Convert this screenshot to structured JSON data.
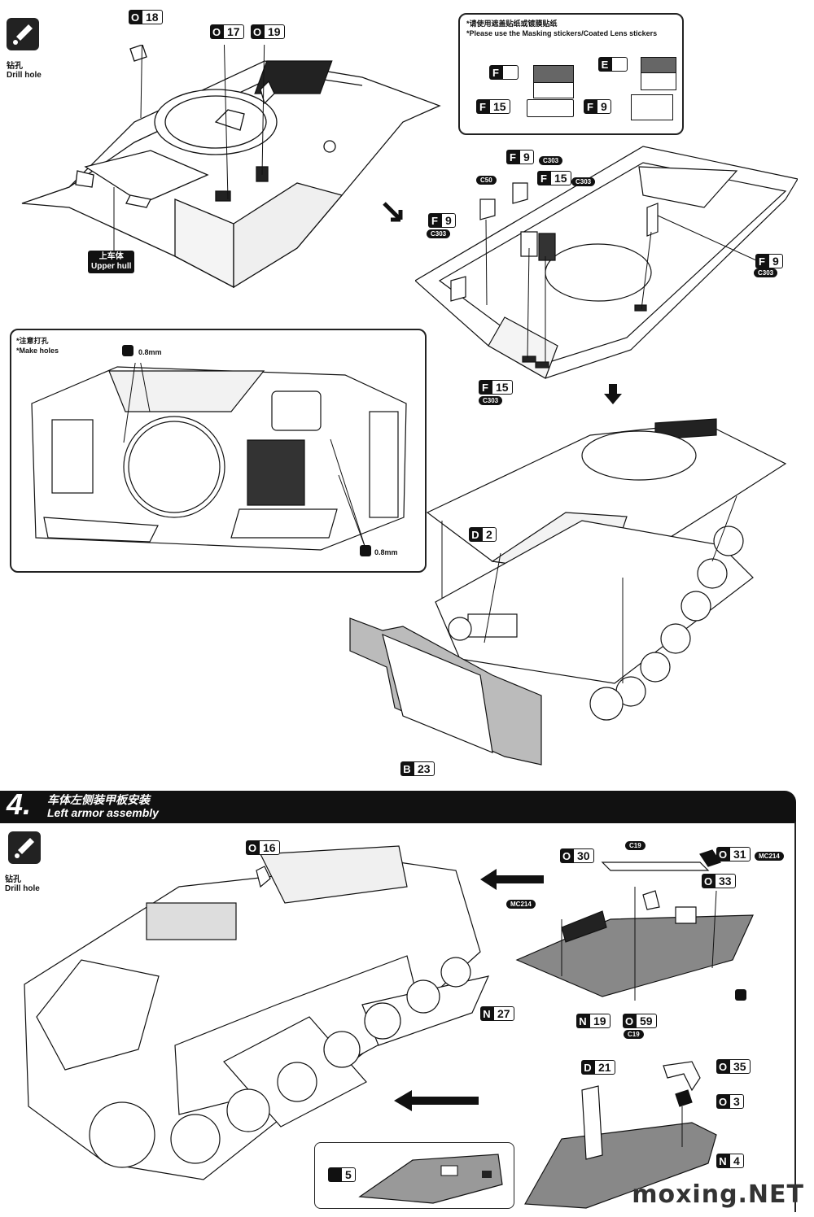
{
  "drill": {
    "cn": "钻孔",
    "en": "Drill hole"
  },
  "top_labels": {
    "o18": "18",
    "o17": "17",
    "o19": "19",
    "upper_hull_cn": "上车体",
    "upper_hull_en": "Upper hull"
  },
  "mask_note": {
    "cn": "*请使用遮盖贴纸或镀膜贴纸",
    "en": "*Please use the Masking stickers/Coated Lens stickers",
    "f_letter": "F",
    "e_letter": "E",
    "f15": "15",
    "f9": "9"
  },
  "holes_note": {
    "cn": "*注意打孔",
    "en": "*Make holes",
    "size1": "0.8mm",
    "size2": "0.8mm"
  },
  "assembly_labels": {
    "f9_top": "9",
    "c303_a": "C303",
    "c50": "C50",
    "f15_top": "15",
    "c303_b": "C303",
    "f9_left": "9",
    "c303_c": "C303",
    "f9_right": "9",
    "c303_d": "C303",
    "f15_bottom": "15",
    "c303_e": "C303",
    "d2": "2",
    "b23": "23"
  },
  "step4": {
    "number": "4.",
    "title_cn": "车体左侧装甲板安装",
    "title_en": "Left armor assembly"
  },
  "step4_labels": {
    "o16": "16",
    "n27": "27",
    "o30": "30",
    "mc214_a": "MC214",
    "c19_a": "C19",
    "o31": "31",
    "mc214_b": "MC214",
    "o33": "33",
    "n19": "19",
    "o59": "59",
    "c19_b": "C19",
    "d21": "21",
    "o35": "35",
    "o3": "3",
    "n4": "4",
    "p5": "5"
  },
  "watermark": "moxing.NET",
  "colors": {
    "ink": "#111111",
    "paper": "#ffffff",
    "shade": "#9a9a9a"
  }
}
